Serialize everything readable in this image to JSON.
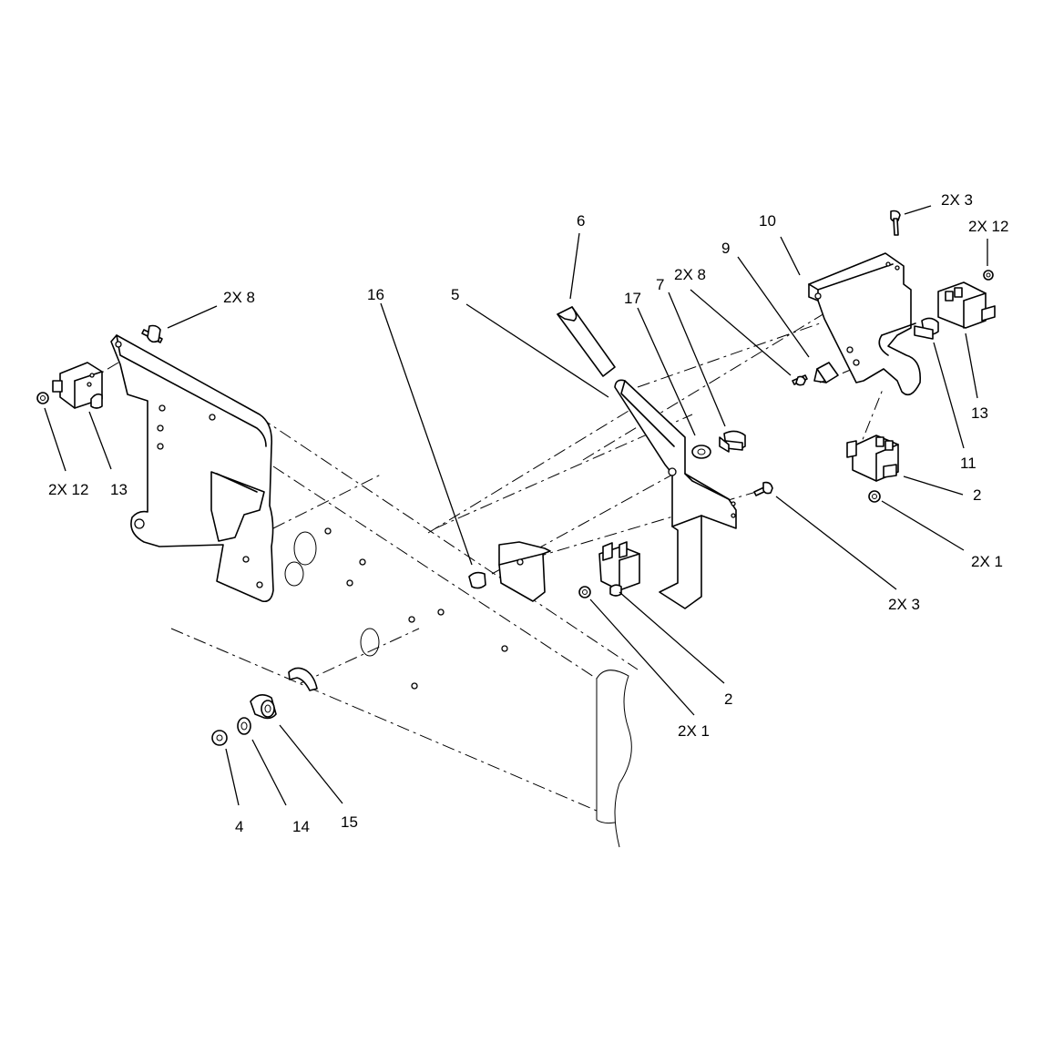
{
  "callouts": [
    {
      "id": "c-2x3-top",
      "text": "2X 3"
    },
    {
      "id": "c-2x12-top",
      "text": "2X 12"
    },
    {
      "id": "c-10",
      "text": "10"
    },
    {
      "id": "c-9",
      "text": "9"
    },
    {
      "id": "c-6",
      "text": "6"
    },
    {
      "id": "c-2x8-mid",
      "text": "2X 8"
    },
    {
      "id": "c-7",
      "text": "7"
    },
    {
      "id": "c-17",
      "text": "17"
    },
    {
      "id": "c-5",
      "text": "5"
    },
    {
      "id": "c-16",
      "text": "16"
    },
    {
      "id": "c-2x8-left",
      "text": "2X 8"
    },
    {
      "id": "c-2x12-left",
      "text": "2X 12"
    },
    {
      "id": "c-13-left",
      "text": "13"
    },
    {
      "id": "c-13-right",
      "text": "13"
    },
    {
      "id": "c-11",
      "text": "11"
    },
    {
      "id": "c-2-right",
      "text": "2"
    },
    {
      "id": "c-2x1-right",
      "text": "2X 1"
    },
    {
      "id": "c-2x3-right",
      "text": "2X 3"
    },
    {
      "id": "c-2-mid",
      "text": "2"
    },
    {
      "id": "c-2x1-mid",
      "text": "2X 1"
    },
    {
      "id": "c-4",
      "text": "4"
    },
    {
      "id": "c-14",
      "text": "14"
    },
    {
      "id": "c-15",
      "text": "15"
    }
  ]
}
